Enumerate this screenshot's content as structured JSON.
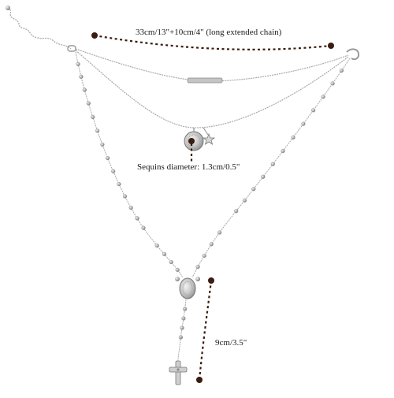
{
  "labels": {
    "chain_length": "33cm/13\"+10cm/4\" (long extended chain)",
    "sequins_diameter": "Sequins diameter: 1.3cm/0.5\"",
    "drop_length": "9cm/3.5\""
  },
  "colors": {
    "background": "#ffffff",
    "metal": "#a9a9a9",
    "metal_dark": "#7d7d7d",
    "metal_light": "#e2e2e2",
    "dimension_line": "#3a1c10",
    "text": "#1a1a1a"
  },
  "icons": {
    "pendant": "pave-disc-icon",
    "charm": "star-icon",
    "cross": "cross-icon"
  }
}
